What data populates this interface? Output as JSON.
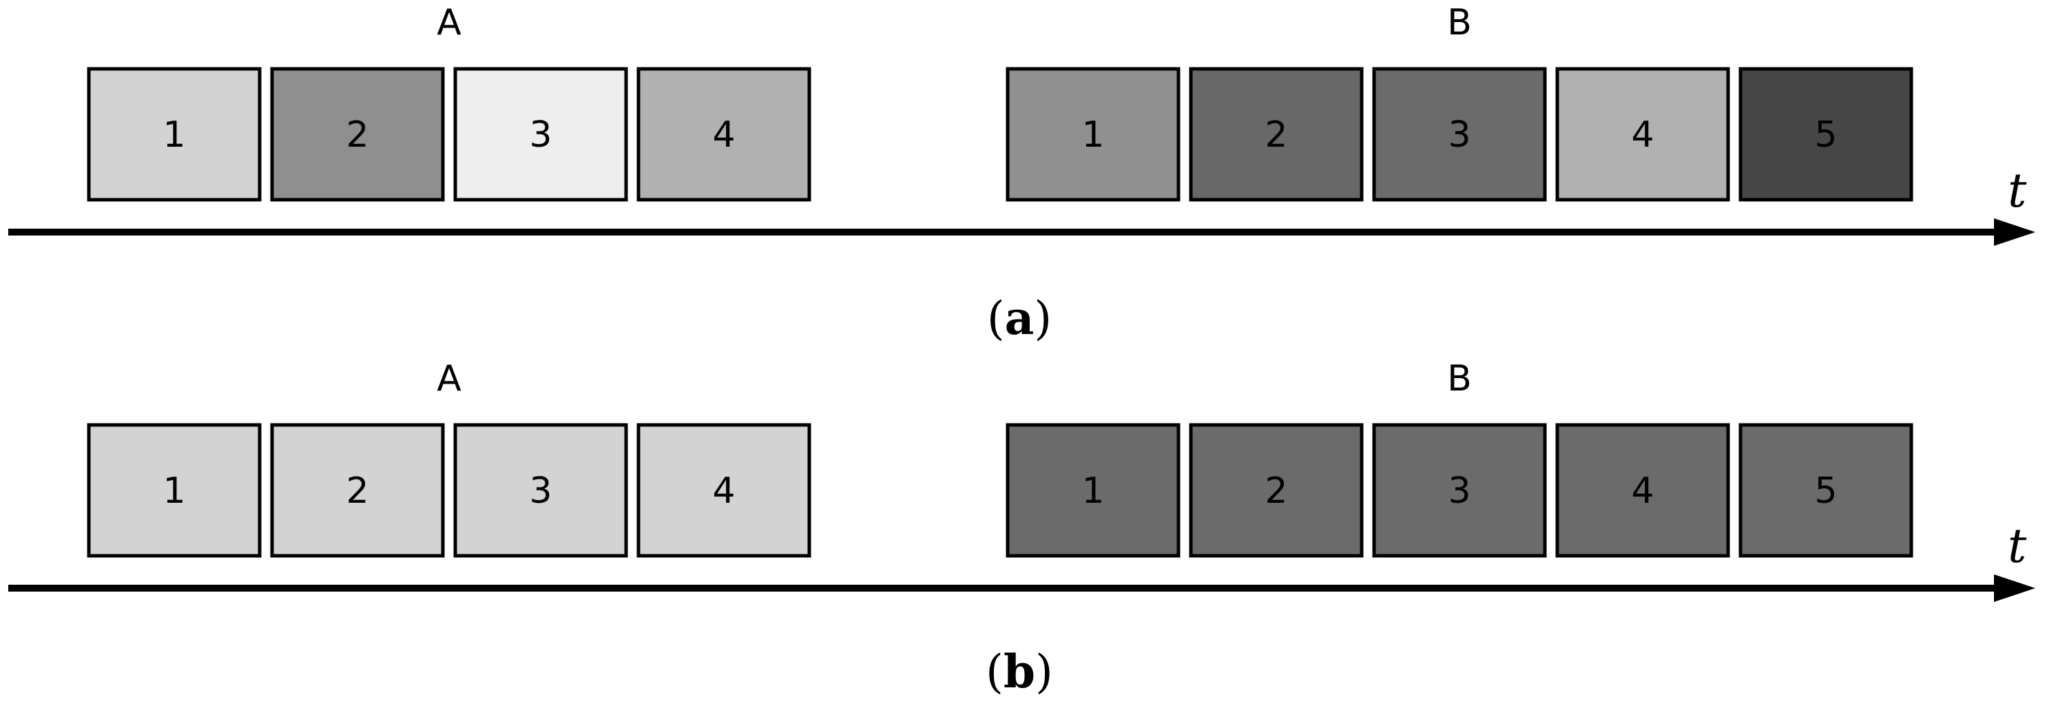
{
  "panels": [
    {
      "caption_open": "(",
      "caption_letter": "a",
      "caption_close": ")",
      "axis_label": "t",
      "groups": [
        {
          "label": "A",
          "frames": [
            {
              "label": "1",
              "color": "#d3d3d3"
            },
            {
              "label": "2",
              "color": "#8f8f8f"
            },
            {
              "label": "3",
              "color": "#eeeeee"
            },
            {
              "label": "4",
              "color": "#b1b1b1"
            }
          ]
        },
        {
          "label": "B",
          "frames": [
            {
              "label": "1",
              "color": "#909090"
            },
            {
              "label": "2",
              "color": "#686868"
            },
            {
              "label": "3",
              "color": "#6b6b6b"
            },
            {
              "label": "4",
              "color": "#b1b1b1"
            },
            {
              "label": "5",
              "color": "#474747"
            }
          ]
        }
      ]
    },
    {
      "caption_open": "(",
      "caption_letter": "b",
      "caption_close": ")",
      "axis_label": "t",
      "groups": [
        {
          "label": "A",
          "frames": [
            {
              "label": "1",
              "color": "#d3d3d3"
            },
            {
              "label": "2",
              "color": "#d3d3d3"
            },
            {
              "label": "3",
              "color": "#d3d3d3"
            },
            {
              "label": "4",
              "color": "#d3d3d3"
            }
          ]
        },
        {
          "label": "B",
          "frames": [
            {
              "label": "1",
              "color": "#6b6b6b"
            },
            {
              "label": "2",
              "color": "#6b6b6b"
            },
            {
              "label": "3",
              "color": "#6b6b6b"
            },
            {
              "label": "4",
              "color": "#6b6b6b"
            },
            {
              "label": "5",
              "color": "#6b6b6b"
            }
          ]
        }
      ]
    }
  ]
}
